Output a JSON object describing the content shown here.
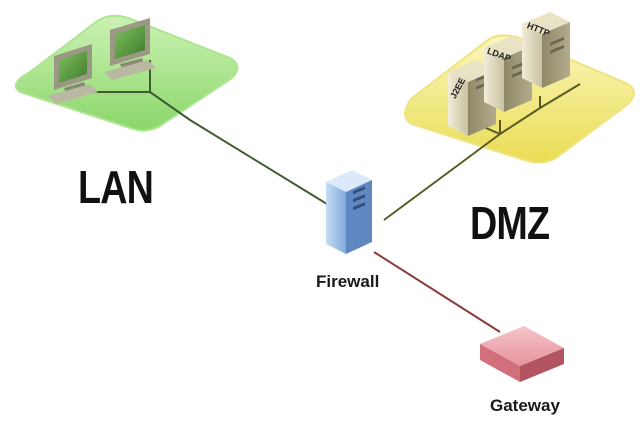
{
  "zones": {
    "lan": {
      "label": "LAN",
      "color": "#9be07a"
    },
    "dmz": {
      "label": "DMZ",
      "color": "#f4ec78"
    }
  },
  "nodes": {
    "firewall": {
      "label": "Firewall",
      "color": "#7eaee3"
    },
    "gateway": {
      "label": "Gateway",
      "color": "#e08a94"
    },
    "servers": [
      {
        "label": "J2EE"
      },
      {
        "label": "LDAP"
      },
      {
        "label": "HTTP"
      }
    ],
    "workstations": [
      {
        "icon": "desktop-computer-icon"
      },
      {
        "icon": "desktop-computer-icon"
      }
    ]
  },
  "links": {
    "lan_to_firewall": "#3e5b2e",
    "dmz_to_firewall": "#5a5a22",
    "firewall_to_gateway": "#8c3a3a"
  }
}
